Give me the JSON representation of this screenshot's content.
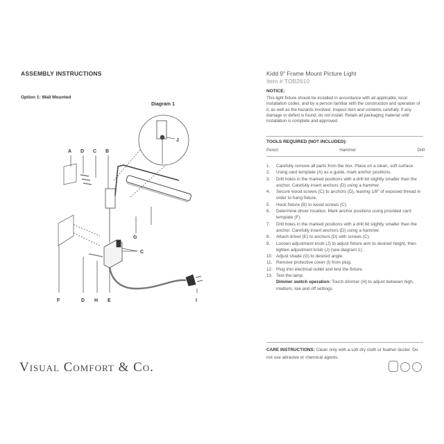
{
  "left": {
    "heading": "ASSEMBLY INSTRUCTIONS",
    "option": "Option 1: Wall Mounted",
    "diagram_title": "Diagram 1",
    "diagram_label": "J",
    "labels_top": [
      "A",
      "D",
      "C",
      "B"
    ],
    "label_g": "G",
    "label_c2": "C",
    "label_i": "I",
    "labels_bottom": [
      "F",
      "D",
      "H",
      "E"
    ]
  },
  "brand": "Visual Comfort & Co.",
  "right": {
    "title": "Kidd 9\" Frame Mount Picture Light",
    "item": "Item # TOB2610",
    "notice_heading": "NOTICE:",
    "notice_body": "This light fixture should be installed in accordance with all applicable, local installation codes, and by a person familiar with the construction and operation of it, as well as the hazards involved. Inspect item and contents carefully. If any damage or defect is found, do not install. Retain all packaging material until installation is complete and approved.",
    "tools_heading": "TOOLS REQUIRED (NOT INCLUDED):",
    "tools": [
      "Pencil",
      "Hammer",
      "Drill"
    ],
    "steps": [
      {
        "n": "1.",
        "text": "Carefully remove all parts from the box. Place on a clean, soft surface."
      },
      {
        "n": "2.",
        "text": "Using card template (A) as a guide, mark anchor positions."
      },
      {
        "n": "3.",
        "text": "Drill holes in the marked positions with a drill bit slightly smaller than the anchor. Carefully insert anchors (D) using a hammer."
      },
      {
        "n": "4.",
        "text": "Secure wood screws (C) to anchors (D), leaving 1/8\" of exposed thread in order to hang fixture."
      },
      {
        "n": "5.",
        "text": "Hook fixture (B) to wood screws (C)."
      },
      {
        "n": "6.",
        "text": "Determine driver location. Mark anchor positions using provided card template (F)."
      },
      {
        "n": "7.",
        "text": "Drill holes in the marked positions with a drill bit slightly smaller than the anchor. Carefully insert anchors (D) using a hammer."
      },
      {
        "n": "8.",
        "text": "Attach driver (E) to anchors (D) with screws (C)."
      },
      {
        "n": "9.",
        "text": "Loosen adjustment knob (J) to adjust fixture arm to desired height, then tighten adjustment knob (J) (see diagram 1)."
      },
      {
        "n": "10.",
        "text": "Adjust shade (G) to desired angle."
      },
      {
        "n": "11.",
        "text": "Remove protective cover (I) from plug."
      },
      {
        "n": "12.",
        "text": "Plug into electrical outlet and test the fixture."
      },
      {
        "n": "13.",
        "text": "Test the lamp."
      }
    ],
    "dimmer_heading": "Dimmer switch operation:",
    "dimmer_text": "Touch dimmer (H) to adjust between high, medium, low and off settings.",
    "care_heading": "CARE INSTRUCTIONS:",
    "care_text": "Clean only with a soft dry cloth or feather duster. Do not use abrasive or chemical agents."
  }
}
